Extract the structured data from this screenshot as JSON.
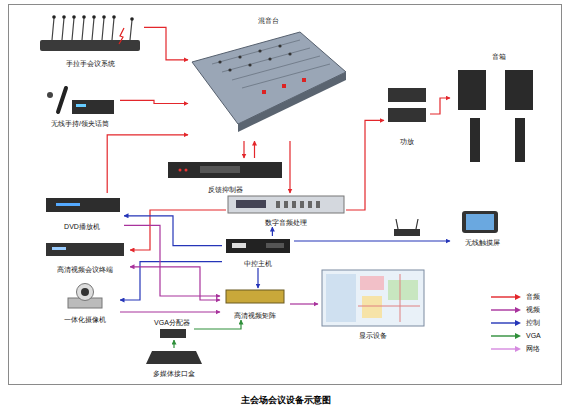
{
  "diagram": {
    "caption": "主会场会议设备示意图",
    "nodes": [
      {
        "text": [
          "手拉手会议系统"
        ]
      },
      {
        "text": [
          "无线手持/领夹话筒"
        ]
      },
      {
        "text": [
          "混音台"
        ]
      },
      {
        "text": [
          "反馈抑制器"
        ]
      },
      {
        "text": [
          "数字音频处理"
        ]
      },
      {
        "text": [
          "功放"
        ]
      },
      {
        "text": [
          "音箱"
        ]
      },
      {
        "text": [
          "DVD播放机"
        ]
      },
      {
        "text": [
          "高清视频会议终端"
        ]
      },
      {
        "text": [
          "中控主机"
        ]
      },
      {
        "text": [
          "无线触摸屏"
        ]
      },
      {
        "text": [
          "一体化摄像机"
        ]
      },
      {
        "text": [
          "高清视频矩阵"
        ]
      },
      {
        "text": [
          "VGA分配器"
        ]
      },
      {
        "text": [
          "多媒体接口盒"
        ]
      },
      {
        "text": [
          "显示设备"
        ]
      }
    ],
    "edges": [
      {
        "from": 0,
        "to": 2,
        "arrow": "to"
      },
      {
        "from": 1,
        "to": 2,
        "arrow": "to"
      },
      {
        "from": 2,
        "to": 3,
        "arrow": "to"
      },
      {
        "from": 3,
        "to": 2,
        "arrow": "to"
      },
      {
        "from": 2,
        "to": 4,
        "arrow": "to"
      },
      {
        "from": 4,
        "to": 5,
        "arrow": "to"
      },
      {
        "from": 5,
        "to": 6,
        "arrow": "to"
      },
      {
        "from": 7,
        "to": 2,
        "arrow": "to"
      },
      {
        "from": 4,
        "to": 8,
        "arrow": "to"
      },
      {
        "from": 9,
        "to": 7,
        "arrow": "to"
      },
      {
        "from": 9,
        "to": 11,
        "arrow": "to"
      },
      {
        "from": 9,
        "to": 12,
        "arrow": "to"
      },
      {
        "from": 9,
        "to": 4,
        "arrow": "to"
      },
      {
        "from": 9,
        "to": 10,
        "arrow": "to"
      },
      {
        "from": 7,
        "to": 12,
        "arrow": "to"
      },
      {
        "from": 8,
        "to": 12,
        "arrow": "both"
      },
      {
        "from": 11,
        "to": 12,
        "arrow": "to"
      },
      {
        "from": 12,
        "to": 15,
        "arrow": "to"
      },
      {
        "from": 13,
        "to": 12,
        "arrow": "to"
      },
      {
        "from": 14,
        "to": 13,
        "arrow": "to"
      }
    ],
    "legend": [
      {
        "text": "音频",
        "color": "#e3262b"
      },
      {
        "text": "视频",
        "color": "#a8329c"
      },
      {
        "text": "控制",
        "color": "#2535b8"
      },
      {
        "text": "VGA",
        "color": "#2f8f3a"
      },
      {
        "text": "网络",
        "color": "#d68ae0"
      }
    ]
  }
}
